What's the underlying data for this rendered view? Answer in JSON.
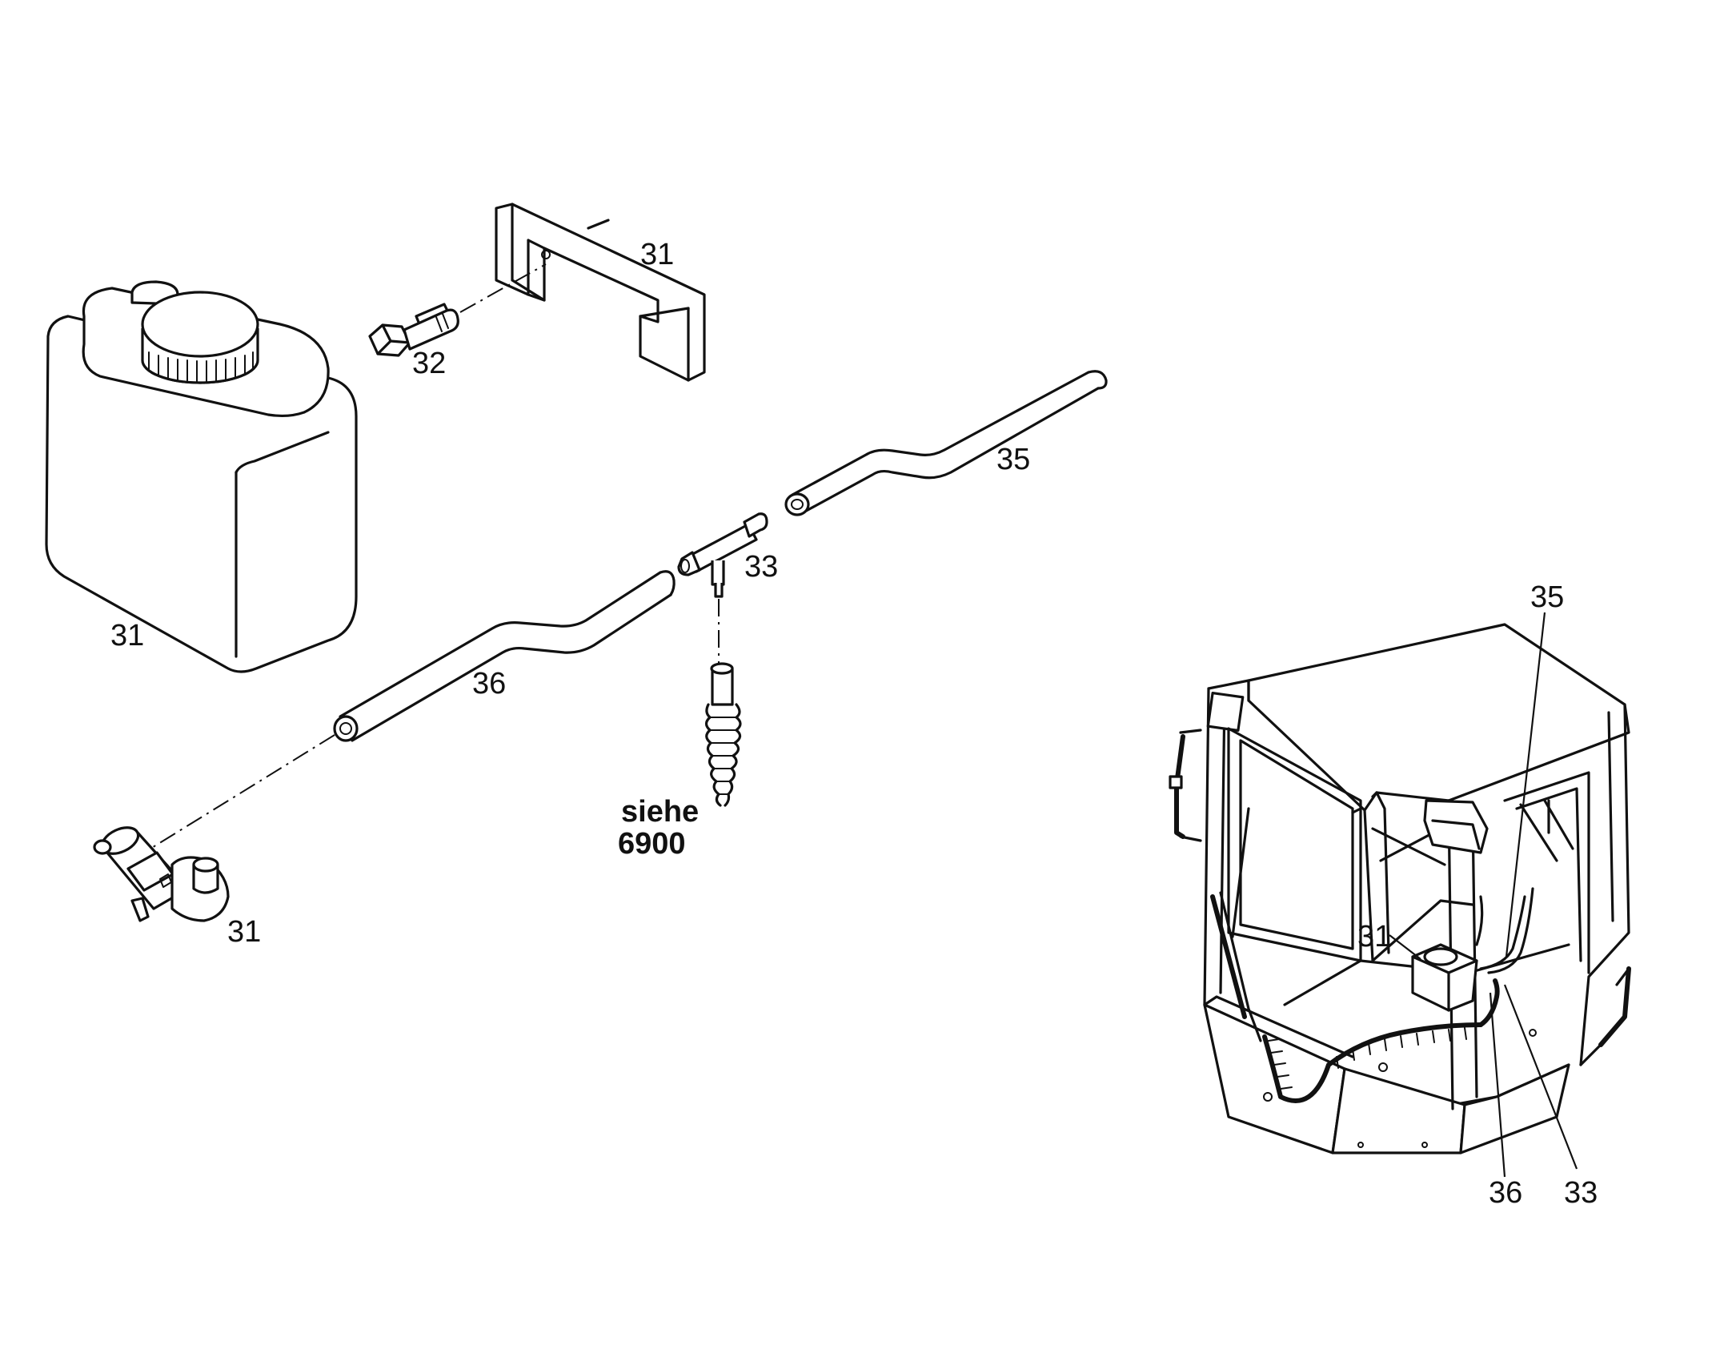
{
  "labels": {
    "tank": "31",
    "bracket": "31",
    "bolt": "32",
    "hose_right": "35",
    "tee": "33",
    "hose_left": "36",
    "pump": "31",
    "see_ref_line1": "siehe",
    "see_ref_line2": "6900",
    "cab_label_31": "31",
    "cab_label_35": "35",
    "cab_label_36": "36",
    "cab_label_33": "33"
  },
  "colors": {
    "ink": "#111111",
    "paper": "#ffffff"
  }
}
